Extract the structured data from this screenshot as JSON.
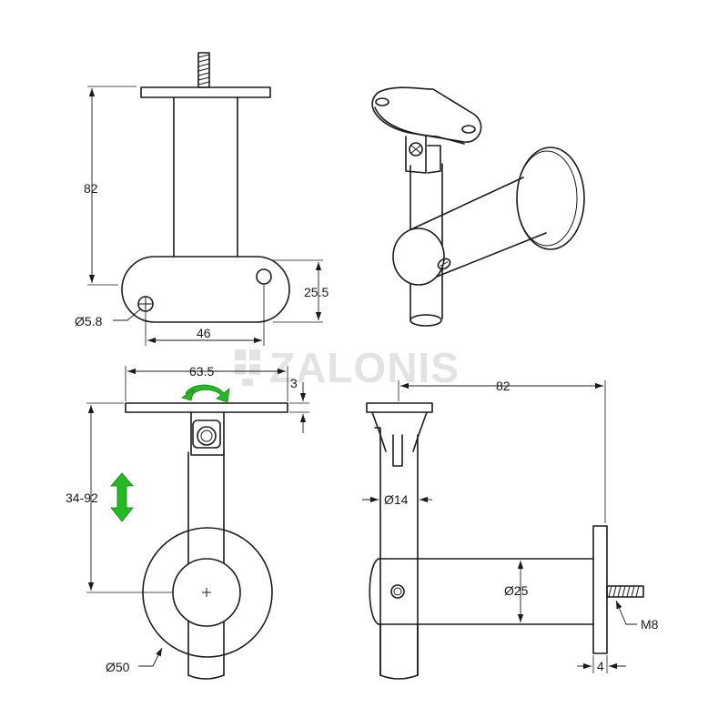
{
  "watermark": {
    "brand": "ZALONIS"
  },
  "top_view": {
    "height": "82",
    "plate_height": "25.5",
    "hole_spacing": "46",
    "hole_diameter": "Ø5.8"
  },
  "front_view": {
    "plate_width": "63.5",
    "plate_thickness": "3",
    "height_range": "34-92",
    "wall_flange_diameter": "Ø50"
  },
  "side_view": {
    "projection": "82",
    "post_diameter": "Ø14",
    "tube_diameter": "Ø25",
    "thread": "M8",
    "flange_thickness": "4"
  },
  "colors": {
    "arrows": "#22bb22",
    "lines": "#1a1a1a"
  }
}
